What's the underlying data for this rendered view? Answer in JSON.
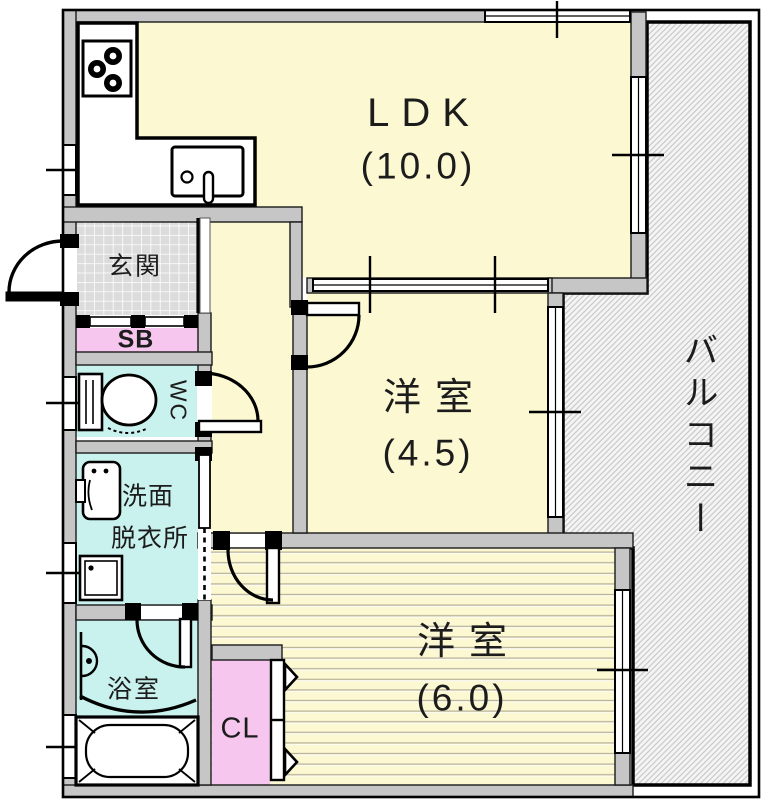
{
  "plan": {
    "rooms": [
      {
        "id": "ldk",
        "label": "LDK",
        "size": "(10.0)"
      },
      {
        "id": "western-room-1",
        "label": "洋室",
        "size": "(4.5)"
      },
      {
        "id": "western-room-2",
        "label": "洋室",
        "size": "(6.0)"
      },
      {
        "id": "balcony",
        "label": "バルコニー"
      },
      {
        "id": "entrance",
        "label": "玄関"
      },
      {
        "id": "shoe-box",
        "label": "SB"
      },
      {
        "id": "toilet",
        "label": "WC"
      },
      {
        "id": "washroom",
        "line1": "洗面",
        "line2": "脱衣所"
      },
      {
        "id": "bathroom",
        "label": "浴室"
      },
      {
        "id": "closet",
        "label": "CL"
      }
    ],
    "colors": {
      "room_floor_yellow": "#fbf8d2",
      "wet_area_cyan": "#c9f2ee",
      "storage_pink": "#f6c6ee",
      "wall_gray": "#c6c6c6",
      "entrance_tile_gray": "#dcdcdc",
      "balcony_hatch_gray": "#c6c6c6",
      "line_black": "#1a1a1a"
    }
  }
}
